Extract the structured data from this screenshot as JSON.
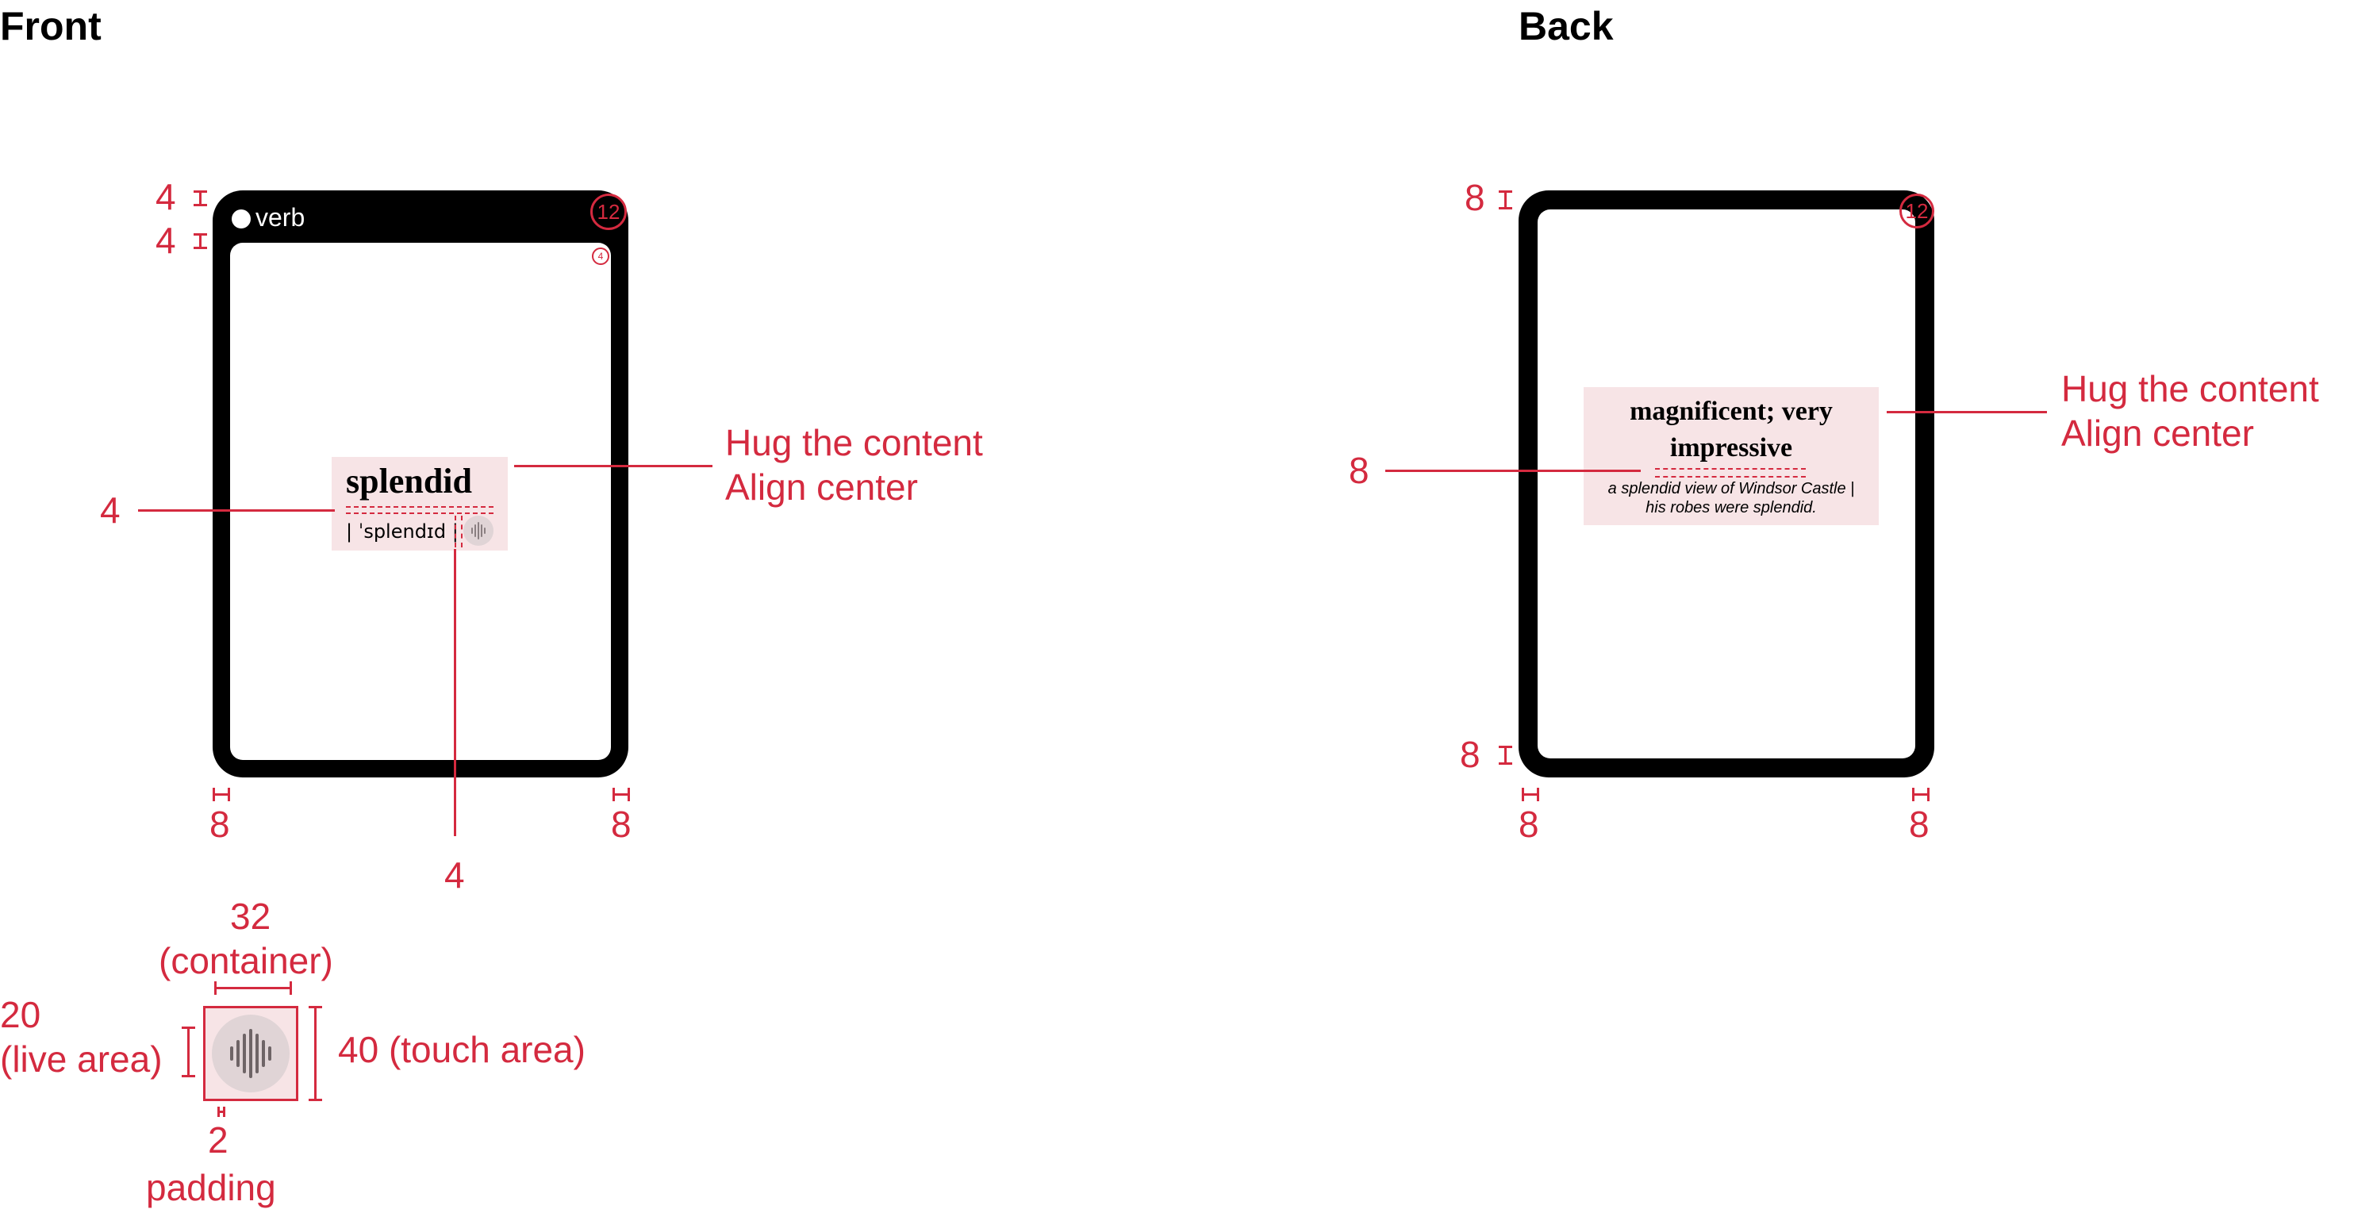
{
  "sections": {
    "front_title": "Front",
    "back_title": "Back"
  },
  "front": {
    "part_of_speech": "verb",
    "corner_outer": "12",
    "corner_inner": "4",
    "word": "splendid",
    "pronunciation": "| ˈsplendɪd |",
    "annotation_line1": "Hug the content",
    "annotation_line2": "Align center",
    "spacing_top_outer": "4",
    "spacing_top_inner": "4",
    "spacing_left": "4",
    "spacing_bottom": "4",
    "inset_left": "8",
    "inset_right": "8"
  },
  "back": {
    "corner": "12",
    "definition": "magnificent; very impressive",
    "definition_line1": "magnificent; very",
    "definition_line2": "impressive",
    "example_line1": "a splendid view of Windsor Castle |",
    "example_line2": "his robes were splendid.",
    "annotation_line1": "Hug the content",
    "annotation_line2": "Align center",
    "spacing_top": "8",
    "spacing_left": "8",
    "spacing_bottom": "8",
    "inset_left": "8",
    "inset_right": "8"
  },
  "audio_button": {
    "container_value": "32",
    "container_label": "(container)",
    "live_area_value": "20",
    "live_area_label": "(live area)",
    "touch_area_label": "40 (touch area)",
    "padding_value": "2",
    "padding_label": "padding"
  },
  "colors": {
    "accent": "#d42a3f",
    "highlight": "#f7e4e6",
    "card": "#000000"
  },
  "icons": [
    "audio-waveform-icon"
  ]
}
